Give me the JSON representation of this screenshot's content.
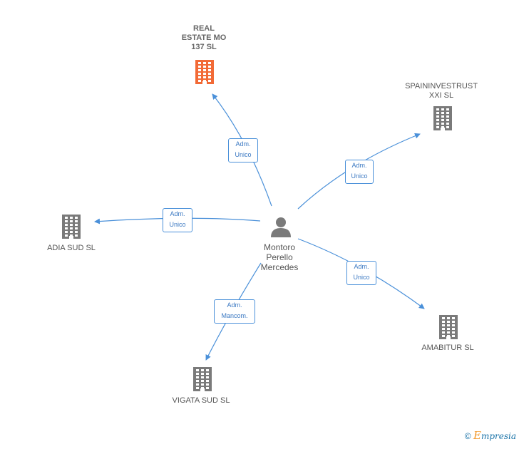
{
  "center": {
    "label": "Montoro\nPerello\nMercedes",
    "icon": "person-icon"
  },
  "companies": [
    {
      "id": "real-estate-mo-137",
      "label": "REAL\nESTATE MO\n137  SL",
      "focus": true,
      "color": "#f26a36",
      "icon": "building-icon"
    },
    {
      "id": "spaininvestrust-xxi",
      "label": "SPAININVESTRUST\nXXI SL",
      "focus": false,
      "color": "#7a7a7a",
      "icon": "building-icon"
    },
    {
      "id": "adia-sud",
      "label": "ADIA SUD SL",
      "focus": false,
      "color": "#7a7a7a",
      "icon": "building-icon"
    },
    {
      "id": "amabitur",
      "label": "AMABITUR SL",
      "focus": false,
      "color": "#7a7a7a",
      "icon": "building-icon"
    },
    {
      "id": "vigata-sud",
      "label": "VIGATA SUD  SL",
      "focus": false,
      "color": "#7a7a7a",
      "icon": "building-icon"
    }
  ],
  "relations": [
    {
      "to": "real-estate-mo-137",
      "label": "Adm.\nUnico"
    },
    {
      "to": "spaininvestrust-xxi",
      "label": "Adm.\nUnico"
    },
    {
      "to": "adia-sud",
      "label": "Adm.\nUnico"
    },
    {
      "to": "amabitur",
      "label": "Adm.\nUnico"
    },
    {
      "to": "vigata-sud",
      "label": "Adm.\nMancom."
    }
  ],
  "colors": {
    "edge": "#4a90d9",
    "person": "#7a7a7a"
  },
  "footer": {
    "copyright": "©",
    "brand_first": "E",
    "brand_rest": "mpresia"
  }
}
